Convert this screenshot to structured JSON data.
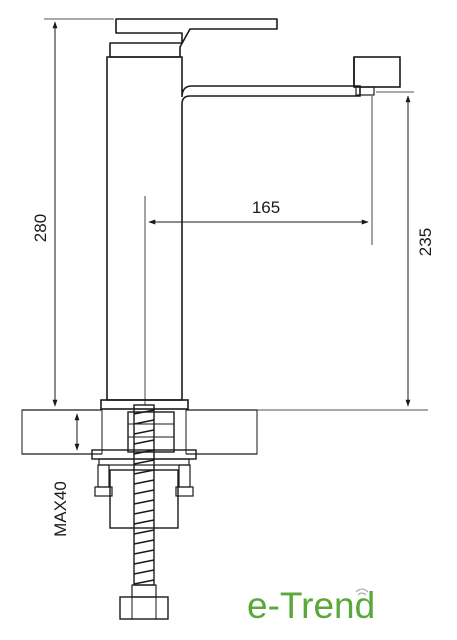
{
  "dimensions": {
    "total_height": "280",
    "spout_reach": "165",
    "spout_height": "235",
    "max_counter_thickness": "MAX40"
  },
  "brand": {
    "name": "e-Trend",
    "color": "#59a83a"
  }
}
